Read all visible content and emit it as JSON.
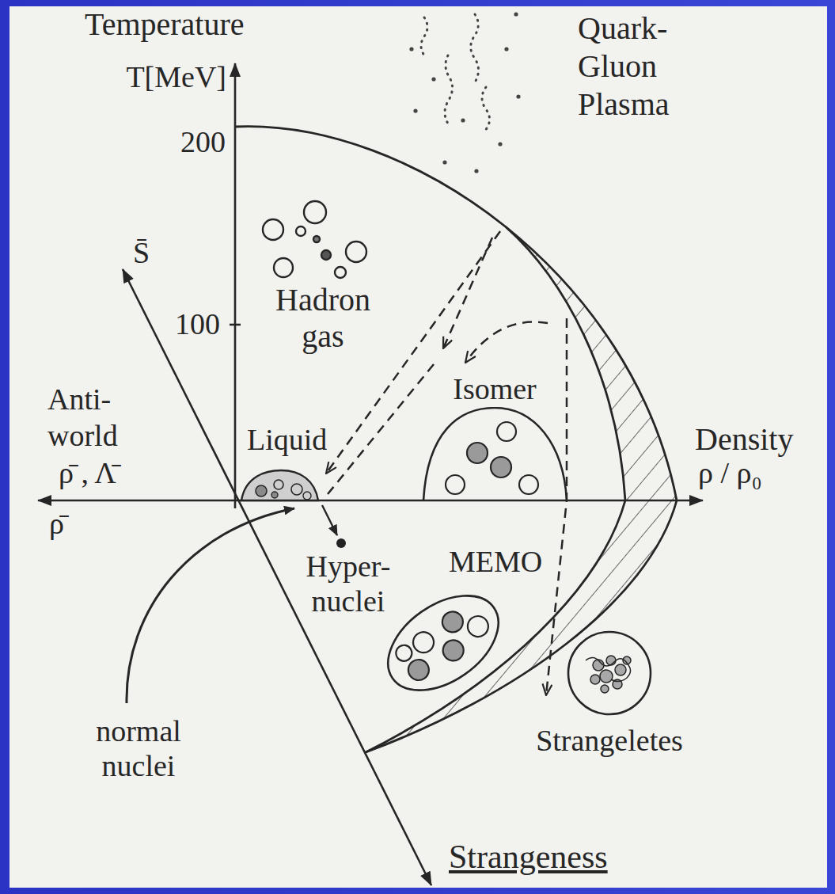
{
  "diagram": {
    "nodes": [
      {
        "text": [
          "Liquid"
        ]
      },
      {
        "text": [
          "Isomer"
        ]
      },
      {
        "text": [
          "MEMO"
        ]
      },
      {
        "text": [
          "Strangeletes"
        ]
      }
    ],
    "labels": [
      "Temperature",
      "T[MeV]",
      "200",
      "Quark- Gluon Plasma",
      "S̄",
      "100",
      "Hadron gas",
      "Anti- world",
      "ρ̄ , Λ̄",
      "Density",
      "ρ / ρ₀",
      "ρ̄",
      "Hyper- nuclei",
      "normal nuclei",
      "Strangeness"
    ]
  }
}
